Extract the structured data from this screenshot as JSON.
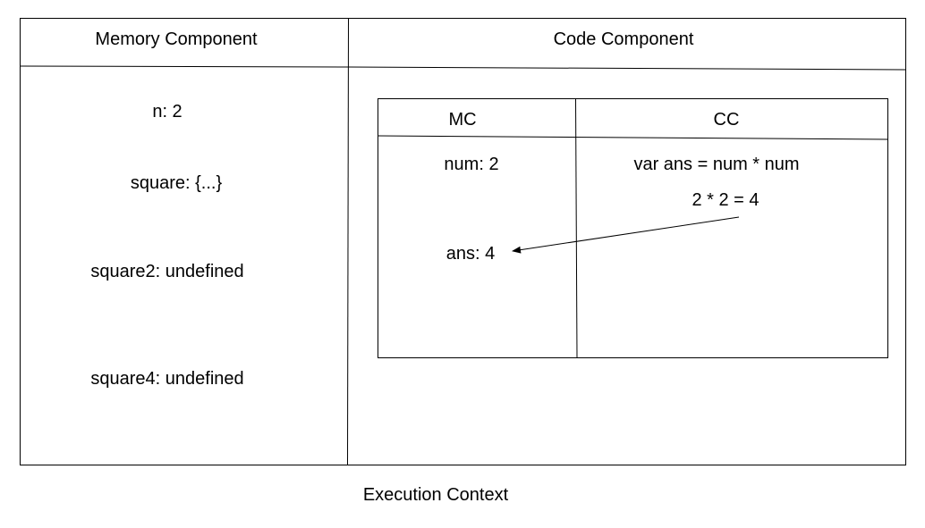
{
  "outer": {
    "memory_header": "Memory Component",
    "code_header": "Code Component",
    "memory_entries": [
      "n: 2",
      "square: {...}",
      "square2: undefined",
      "square4: undefined"
    ]
  },
  "inner": {
    "mc_header": "MC",
    "cc_header": "CC",
    "mc_entries": [
      "num: 2",
      "ans: 4"
    ],
    "cc_lines": [
      "var ans = num * num",
      "2 * 2 = 4"
    ]
  },
  "caption": "Execution Context"
}
